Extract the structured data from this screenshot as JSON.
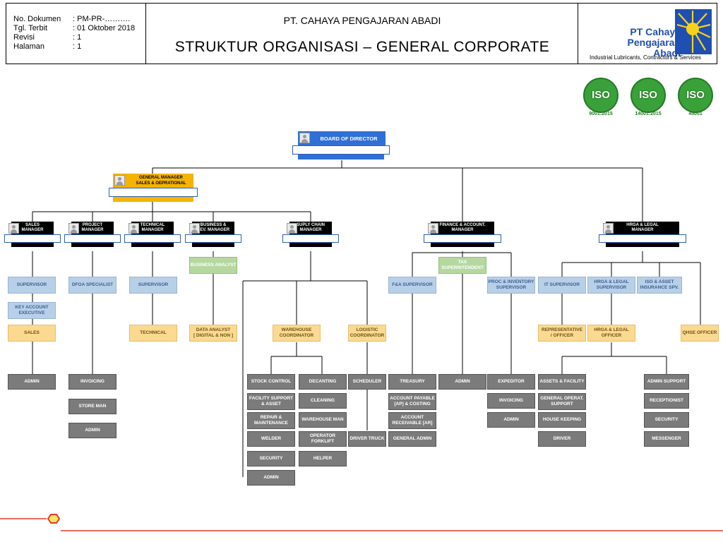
{
  "header": {
    "meta_labels": [
      "No. Dokumen",
      "Tgl. Terbit",
      "Revisi",
      "Halaman"
    ],
    "meta_values": [
      ": PM-PR-……….",
      ": 01 Oktober 2018",
      ": 1",
      ": 1"
    ],
    "company": "PT. CAHAYA PENGAJARAN ABADI",
    "title": "STRUKTUR ORGANISASI – GENERAL CORPORATE",
    "logo_lines": [
      "PT Cahaya",
      "Pengajaran",
      "Abadi"
    ],
    "logo_subtitle": "Industrial Lubricants, Contractors & Services"
  },
  "iso": [
    {
      "label": "ISO",
      "caption": "9001:2015"
    },
    {
      "label": "ISO",
      "caption": "14001:2015"
    },
    {
      "label": "ISO",
      "caption": "45001"
    }
  ],
  "colors": {
    "board_blue": "#2f6fd6",
    "gm_gold": "#f4b400",
    "line_blue": "#2d5fae",
    "ring_red": "#e03a2a"
  },
  "board": "BOARD OF DIRECTOR",
  "general_manager": [
    "GENERAL MANAGER",
    "SALES & OEPRATIONAL"
  ],
  "managers": {
    "sales": [
      "SALES",
      "MANAGER"
    ],
    "project": [
      "PROJECT",
      "MANAGER"
    ],
    "technical": [
      "TECHNICAL",
      "MANAGER"
    ],
    "business": [
      "BUSINESS &",
      "DEV. MANAGER"
    ],
    "supply": [
      "SUPLY CHAIN",
      "MANAGER"
    ],
    "finance": [
      "FINANCE & ACCOUNT.",
      "MANAGER"
    ],
    "hrga": [
      "HRGA & LEGAL",
      "MANAGER"
    ]
  },
  "roles": {
    "sales_supervisor": [
      "SUPERVISOR"
    ],
    "key_account": [
      "KEY ACCOUNT",
      "EXECUTIVE"
    ],
    "sales": [
      "SALES"
    ],
    "sales_admin": [
      "ADMIN"
    ],
    "dfoa": [
      "DFOA SPECIALIST"
    ],
    "invoicing_p": [
      "INVOICING"
    ],
    "store_man": [
      "STORE MAN"
    ],
    "admin_p": [
      "ADMIN"
    ],
    "tech_supervisor": [
      "SUPERVISOR"
    ],
    "technical": [
      "TECHNICAL"
    ],
    "business_analyst": [
      "BUSINESS ANALYST"
    ],
    "data_analyst": [
      "DATA ANALYST",
      "[ DIGITAL & NON ]"
    ],
    "warehouse_coord": [
      "WAREHOUSE",
      "COORDINATOR"
    ],
    "logistic_coord": [
      "LOGISTIC",
      "COORDINATOR"
    ],
    "stock_control": [
      "STOCK CONTROL"
    ],
    "facility_support": [
      "FACILITY SUPPORT",
      "& ASSET"
    ],
    "repair": [
      "REPAIR &",
      "MAINTENANCE"
    ],
    "welder": [
      "WELDER"
    ],
    "security_s": [
      "SECURITY"
    ],
    "admin_s": [
      "ADMIN"
    ],
    "decanting": [
      "DECANTING"
    ],
    "cleaning": [
      "CLEANING"
    ],
    "warehouse_man": [
      "WAREHOUSE MAN"
    ],
    "operator_forklift": [
      "OPERATOR FORKLIFT"
    ],
    "helper": [
      "HELPER"
    ],
    "scheduler": [
      "SCHEDULER"
    ],
    "driver_truck": [
      "DRIVER TRUCK"
    ],
    "tax": [
      "TAX",
      "SUPERINTENDENT"
    ],
    "fa_supervisor": [
      "F&A SUPERVISOR"
    ],
    "proc_supervisor": [
      "PROC & INVENTORY",
      "SUPERVISOR"
    ],
    "treasury": [
      "TREASURY"
    ],
    "ap": [
      "ACCOUNT PAYABLE",
      "[AP] & COSTING"
    ],
    "ar": [
      "ACCOUNT",
      "RECEIVABLE [AR]"
    ],
    "general_admin": [
      "GENERAL ADMIN"
    ],
    "admin_f": [
      "ADMIN"
    ],
    "expeditor": [
      "EXPEDITOR"
    ],
    "invoicing_f": [
      "INVOICING"
    ],
    "admin_f2": [
      "ADMIN"
    ],
    "it_supervisor": [
      "IT SUPERVISOR"
    ],
    "hrga_supervisor": [
      "HRGA & LEGAL",
      "SUPERVISOR"
    ],
    "iso_asset": [
      "ISO & ASSET",
      "INSURANCE SPV."
    ],
    "representative": [
      "REPRESENTATIVE",
      "/ OFFICER"
    ],
    "hrga_officer": [
      "HRGA & LEGAL",
      "OFFICER"
    ],
    "qhse": [
      "QHSE OFFICER"
    ],
    "assets_facility": [
      "ASSETS & FACILITY"
    ],
    "general_operat": [
      "GENERAL OPERAT.",
      "SUPPORT"
    ],
    "house_keeping": [
      "HOUSE KEEPING"
    ],
    "driver": [
      "DRIVER"
    ],
    "admin_support": [
      "ADMIN SUPPORT"
    ],
    "receptionist": [
      "RECEPTIONIST"
    ],
    "security_h": [
      "SECURITY"
    ],
    "messenger": [
      "MESSENGER"
    ]
  }
}
